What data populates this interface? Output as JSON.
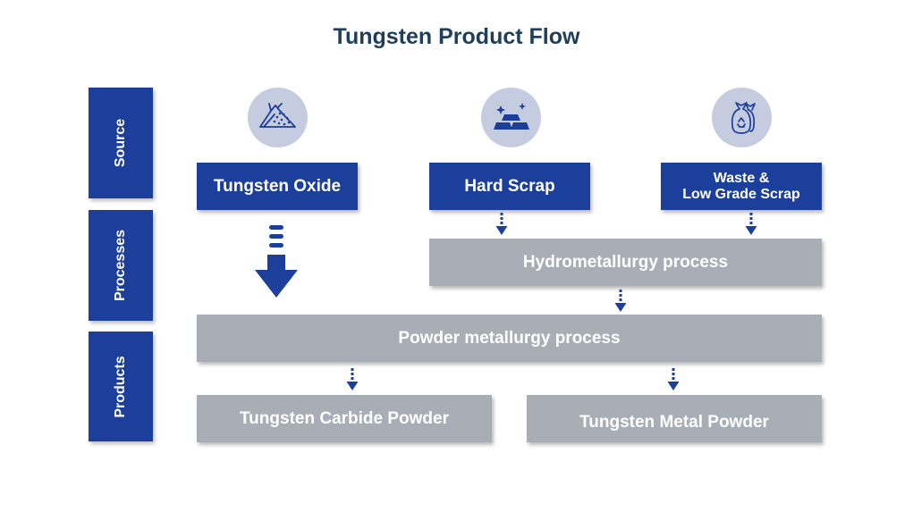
{
  "title": "Tungsten Product Flow",
  "side_labels": {
    "source": "Source",
    "processes": "Processes",
    "products": "Products"
  },
  "sources": {
    "tungsten_oxide": "Tungsten Oxide",
    "hard_scrap": "Hard Scrap",
    "waste_line1": "Waste &",
    "waste_line2": "Low Grade Scrap"
  },
  "processes": {
    "hydrometallurgy": "Hydrometallurgy process",
    "powder_metallurgy": "Powder metallurgy process"
  },
  "products": {
    "carbide_powder": "Tungsten Carbide Powder",
    "metal_powder": "Tungsten Metal Powder"
  },
  "icons": {
    "oxide": "powder-pile-icon",
    "hard_scrap": "metal-bars-icon",
    "waste": "recycle-bags-icon"
  },
  "colors": {
    "blue": "#1c3f9c",
    "gray": "#a9adb5",
    "icon_bg": "#c5ccdf",
    "title": "#1f3e5a"
  }
}
